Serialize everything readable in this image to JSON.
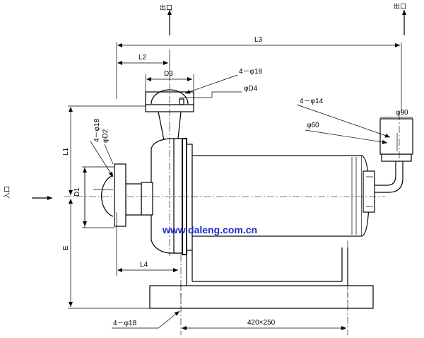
{
  "labels": {
    "outlet_left": "出口",
    "outlet_right": "出口",
    "inlet": "入口",
    "L3": "L3",
    "L2": "L2",
    "D3": "D3",
    "holes_top": "4－φ18",
    "D4": "φD4",
    "holes_vertical": "4－φ18",
    "D2": "φD2",
    "L1": "L1",
    "D1": "D1",
    "E": "E",
    "L4": "L4",
    "holes_right": "4－φ14",
    "phi90": "φ90",
    "phi60": "φ60",
    "holes_base": "4－φ18",
    "base_dims": "420×250",
    "watermark": "www.daleng.com.cn"
  },
  "colors": {
    "watermark": "#1a2fc8"
  }
}
